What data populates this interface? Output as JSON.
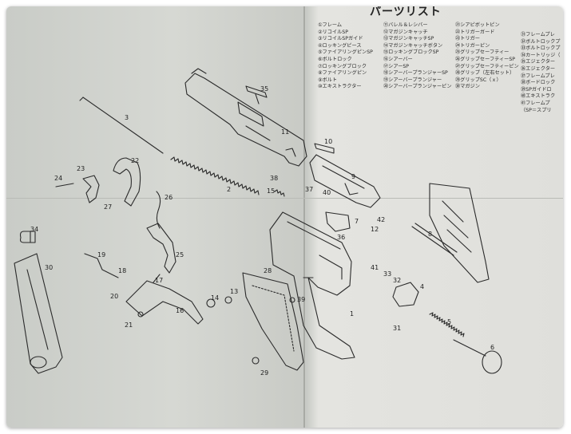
{
  "title": "パーツリスト",
  "parts_columns": [
    [
      "①フレーム",
      "②リコイルSP",
      "③リコイルSPガイド",
      "④ロッキングピース",
      "⑤ファイアリングピンSP",
      "⑥ボルトロック",
      "⑦ロッキングブロック",
      "⑧ファイアリングピン",
      "⑨ボルト",
      "⑩エキストラクター"
    ],
    [
      "⑪バレル＆レシバー",
      "⑫マガジンキャッチ",
      "⑬マガジンキャッチSP",
      "⑭マガジンキャッチボタン",
      "⑮ロッキングブロックSP",
      "⑯シアーバー",
      "⑰シアーSP",
      "⑱シアーバープランジャーSP",
      "⑲シアーバープランジャー",
      "⑳シアーバープランジャーピン"
    ],
    [
      "㉑シアピボットピン",
      "㉒トリガーガード",
      "㉓トリガー",
      "㉔トリガーピン",
      "㉕グリップセーフティー",
      "㉖グリップセーフティーSP",
      "㉗グリップセーフティーピン",
      "㉘グリップ（左右セット）",
      "㉙グリップSC（ｘ）",
      "㉚マガジン"
    ],
    [
      "㉛フレームプレ",
      "㉜ボルトロックプ",
      "㉝ボルトロックプ",
      "㉞カートリッジ（",
      "㉟エジェクター",
      "㊱エジェクター",
      "㊲フレームプレ",
      "㊳ボードロック",
      "㊴SPガイドロ",
      "㊵エキストラク",
      "㊶フレームプ",
      "（SP＝スプリ"
    ]
  ],
  "callouts": [
    "1",
    "2",
    "3",
    "4",
    "5",
    "6",
    "7",
    "8",
    "9",
    "10",
    "11",
    "12",
    "13",
    "14",
    "15",
    "16",
    "17",
    "18",
    "19",
    "20",
    "21",
    "22",
    "23",
    "24",
    "25",
    "26",
    "27",
    "28",
    "29",
    "30",
    "31",
    "32",
    "33",
    "34",
    "35",
    "36",
    "37",
    "38",
    "39",
    "40",
    "41",
    "42"
  ],
  "colors": {
    "paper_left": "#cfd1cc",
    "paper_right": "#e2e2de",
    "ink": "#222222"
  }
}
